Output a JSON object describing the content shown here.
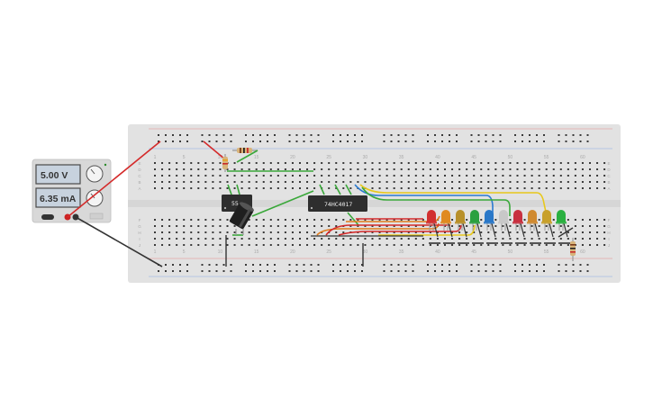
{
  "power_supply": {
    "voltage_display": "5.00 V",
    "current_display": "6.35 mA",
    "accent_color": "#2a8a2a"
  },
  "breadboard": {
    "column_labels_top": [
      "1",
      "5",
      "10",
      "15",
      "20",
      "25",
      "30",
      "35",
      "40",
      "45",
      "50",
      "55",
      "60"
    ],
    "column_labels_bottom": [
      "1",
      "5",
      "10",
      "15",
      "20",
      "25",
      "30",
      "35",
      "40",
      "45",
      "50",
      "55",
      "60"
    ],
    "row_labels_top": [
      "A",
      "B",
      "C",
      "D",
      "E"
    ],
    "row_labels_bottom": [
      "F",
      "G",
      "H",
      "I",
      "J"
    ],
    "body_color": "#e2e2e2"
  },
  "chips": {
    "timer_chip_label": "55",
    "counter_chip_label": "74HC4017"
  },
  "leds": {
    "colors": [
      "#d23030",
      "#e08a20",
      "#b8902a",
      "#2aa040",
      "#2a78c8",
      "#c8c8c8",
      "#c83040",
      "#d08a30",
      "#c8a02a",
      "#2ab040"
    ]
  },
  "wire_colors": {
    "red": "#d42a2a",
    "black": "#333333",
    "green": "#3aa83a",
    "yellow": "#e8c81a",
    "blue": "#2a7ad0",
    "orange": "#e07a1a"
  }
}
